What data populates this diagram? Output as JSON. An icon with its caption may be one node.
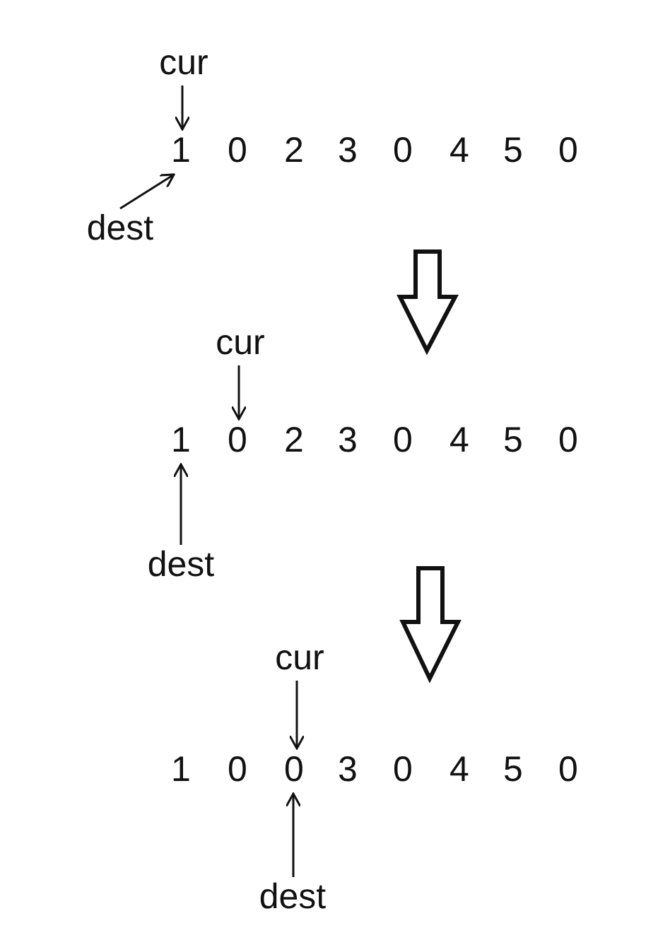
{
  "diagram": {
    "nodes": [
      {
        "text": [
          "cur"
        ]
      },
      {
        "text": [
          "1"
        ]
      },
      {
        "text": [
          "0"
        ]
      },
      {
        "text": [
          "2"
        ]
      },
      {
        "text": [
          "3"
        ]
      },
      {
        "text": [
          "0"
        ]
      },
      {
        "text": [
          "4"
        ]
      },
      {
        "text": [
          "5"
        ]
      },
      {
        "text": [
          "0"
        ]
      },
      {
        "text": [
          "dest"
        ]
      },
      {
        "text": [
          "cur"
        ]
      },
      {
        "text": [
          "1"
        ]
      },
      {
        "text": [
          "0"
        ]
      },
      {
        "text": [
          "2"
        ]
      },
      {
        "text": [
          "3"
        ]
      },
      {
        "text": [
          "0"
        ]
      },
      {
        "text": [
          "4"
        ]
      },
      {
        "text": [
          "5"
        ]
      },
      {
        "text": [
          "0"
        ]
      },
      {
        "text": [
          "dest"
        ]
      },
      {
        "text": [
          "cur"
        ]
      },
      {
        "text": [
          "1"
        ]
      },
      {
        "text": [
          "0"
        ]
      },
      {
        "text": [
          "0"
        ]
      },
      {
        "text": [
          "3"
        ]
      },
      {
        "text": [
          "0"
        ]
      },
      {
        "text": [
          "4"
        ]
      },
      {
        "text": [
          "5"
        ]
      },
      {
        "text": [
          "0"
        ]
      },
      {
        "text": [
          "dest"
        ]
      }
    ],
    "edges": [
      {
        "from": 0,
        "to": 1,
        "arrow": "to"
      },
      {
        "from": 9,
        "to": 1,
        "arrow": "to"
      },
      {
        "from": 10,
        "to": 12,
        "arrow": "to"
      },
      {
        "from": 19,
        "to": 11,
        "arrow": "to"
      },
      {
        "from": 20,
        "to": 23,
        "arrow": "to"
      },
      {
        "from": 29,
        "to": 23,
        "arrow": "to"
      }
    ]
  }
}
